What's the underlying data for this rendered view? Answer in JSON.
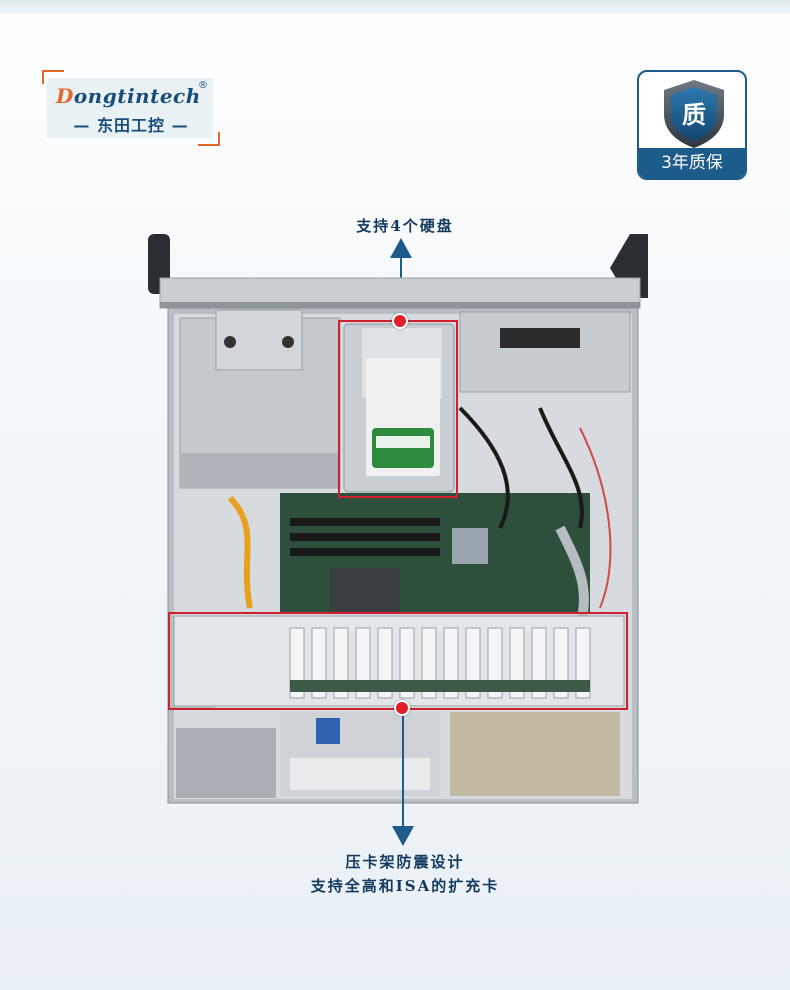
{
  "logo": {
    "brand_first": "D",
    "brand_rest": "ongtintech",
    "registered": "®",
    "cn_name": "— 东田工控 —"
  },
  "badge": {
    "icon": "shield-icon",
    "char": "质",
    "label": "3年质保"
  },
  "callouts": {
    "top": "支持4个硬盘",
    "bottom_line1": "压卡架防震设计",
    "bottom_line2": "支持全高和ISA的扩充卡"
  },
  "colors": {
    "brand_blue": "#1c5b8a",
    "accent_orange": "#e0692a",
    "highlight_red": "#d0202b"
  }
}
